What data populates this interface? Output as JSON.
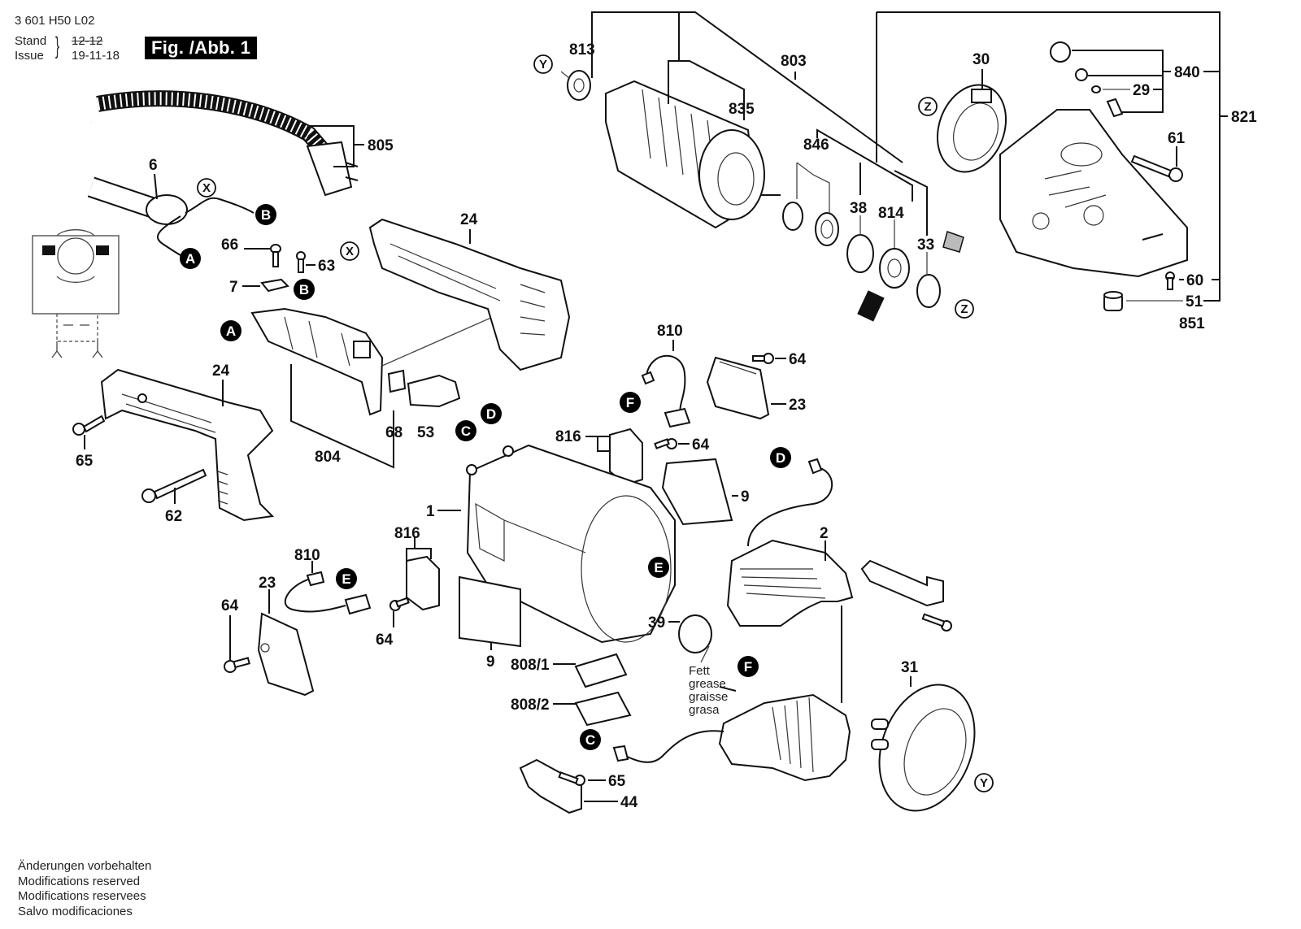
{
  "header": {
    "part_number": "3 601 H50 L02",
    "stand_label": "Stand",
    "issue_label": "Issue",
    "stand_value": "12-12",
    "issue_value": "19-11-18",
    "figure_label": "Fig. /Abb. 1"
  },
  "footer": {
    "lines": [
      "Änderungen vorbehalten",
      "Modifications reserved",
      "Modifications reservees",
      "Salvo modificaciones"
    ]
  },
  "grease_note": [
    "Fett",
    "grease",
    "graisse",
    "grasa"
  ],
  "labels": {
    "p813": "813",
    "p803": "803",
    "p835": "835",
    "p30": "30",
    "p840": "840",
    "p29": "29",
    "p821": "821",
    "p61": "61",
    "p846": "846",
    "p38": "38",
    "p814": "814",
    "p33": "33",
    "p60": "60",
    "p51": "51",
    "p851": "851",
    "p805": "805",
    "p6": "6",
    "p66": "66",
    "p63": "63",
    "p7": "7",
    "p24a": "24",
    "p24b": "24",
    "p65a": "65",
    "p62": "62",
    "p804": "804",
    "p68": "68",
    "p53": "53",
    "p810a": "810",
    "p64a": "64",
    "p23a": "23",
    "p816a": "816",
    "p64b": "64",
    "p9a": "9",
    "p1": "1",
    "p816b": "816",
    "p810b": "810",
    "p23b": "23",
    "p64c": "64",
    "p64d": "64",
    "p9b": "9",
    "p8081": "808/1",
    "p8082": "808/2",
    "p39": "39",
    "p2": "2",
    "p31": "31",
    "p65b": "65",
    "p44": "44"
  },
  "connectors": {
    "A": "A",
    "B": "B",
    "C": "C",
    "D": "D",
    "E": "E",
    "F": "F",
    "X": "X",
    "Y": "Y",
    "Z": "Z"
  }
}
